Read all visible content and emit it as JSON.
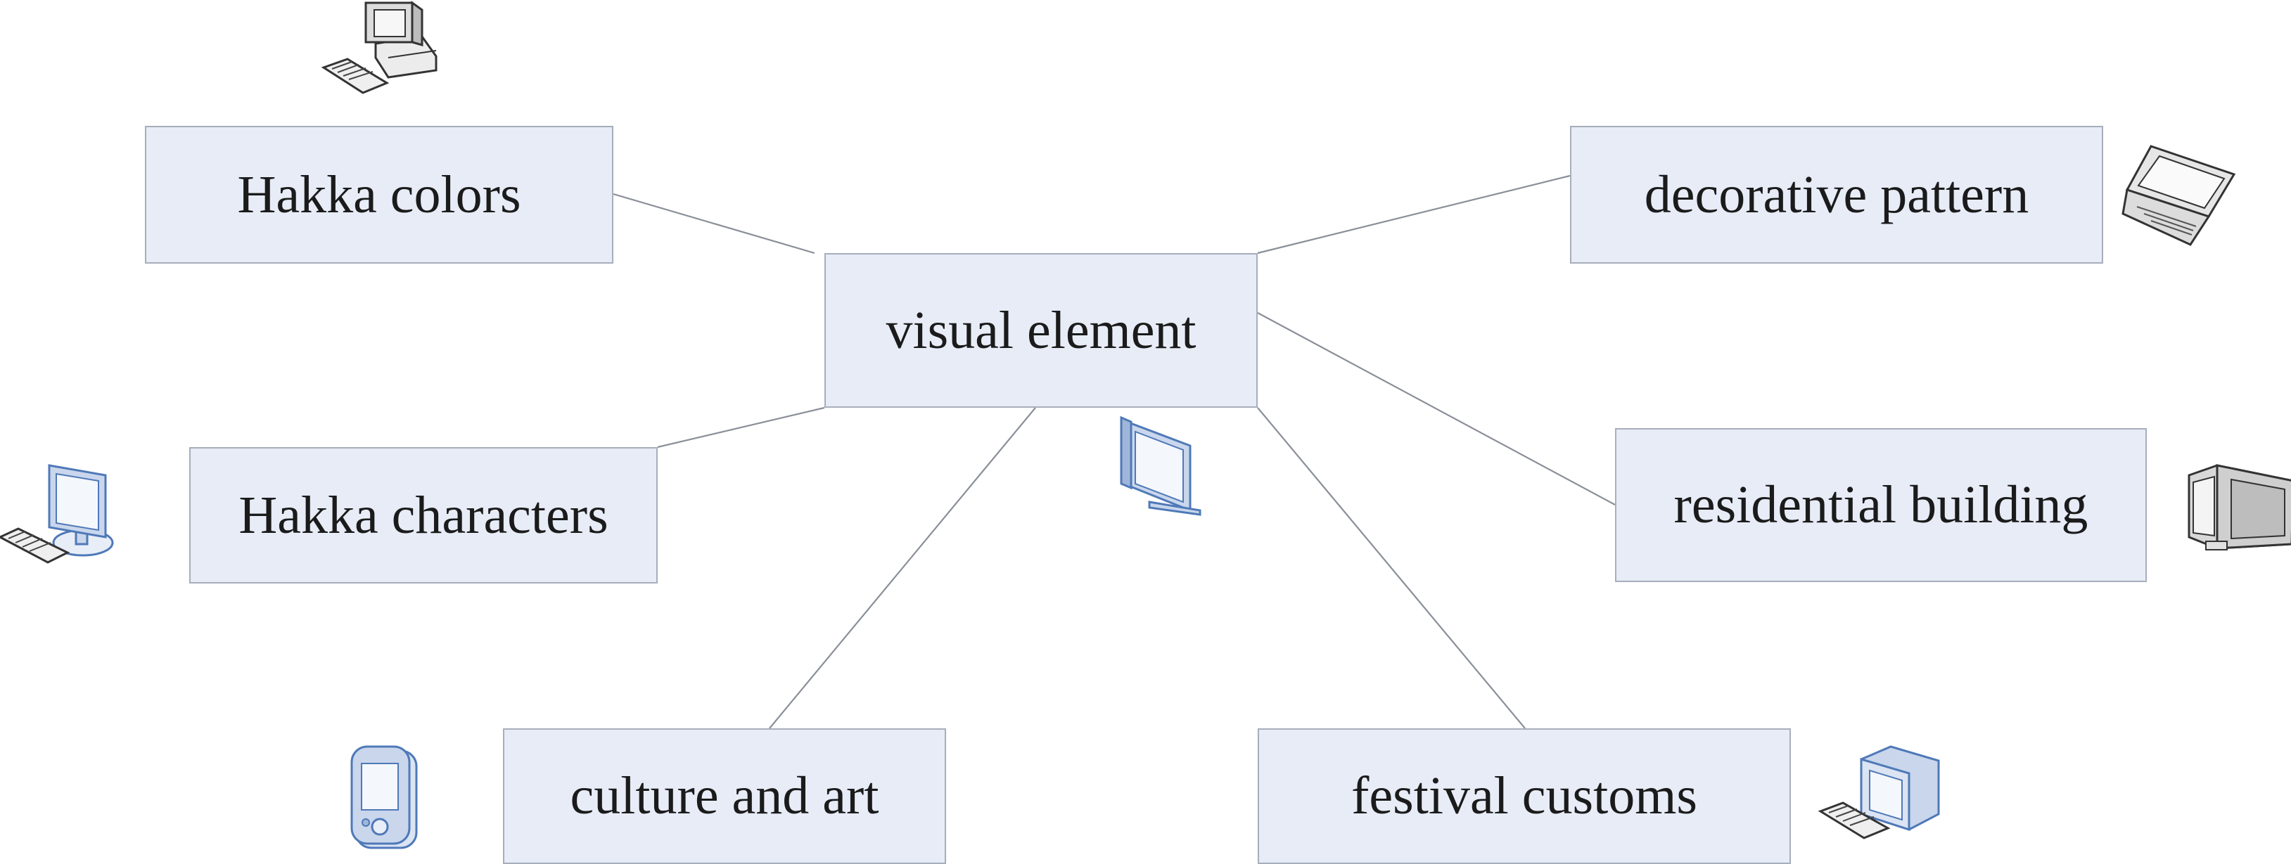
{
  "diagram": {
    "center": {
      "label": "visual element"
    },
    "nodes": [
      {
        "id": "hakka-colors",
        "label": "Hakka colors"
      },
      {
        "id": "decorative-pattern",
        "label": "decorative pattern"
      },
      {
        "id": "hakka-characters",
        "label": "Hakka characters"
      },
      {
        "id": "residential-building",
        "label": "residential building"
      },
      {
        "id": "culture-and-art",
        "label": "culture and art"
      },
      {
        "id": "festival-customs",
        "label": "festival customs"
      }
    ],
    "icons": [
      {
        "name": "desktop-computer-icon"
      },
      {
        "name": "laptop-icon"
      },
      {
        "name": "desktop-computer-icon"
      },
      {
        "name": "crt-monitor-icon"
      },
      {
        "name": "flat-monitor-icon"
      },
      {
        "name": "pda-icon"
      },
      {
        "name": "desktop-computer-icon"
      }
    ],
    "colors": {
      "box_fill": "#e7ecf7",
      "box_border": "#a7aebb",
      "connector": "#8a8f98",
      "icon_blue": "#4f79b8",
      "icon_gray": "#5c5c5c"
    }
  }
}
